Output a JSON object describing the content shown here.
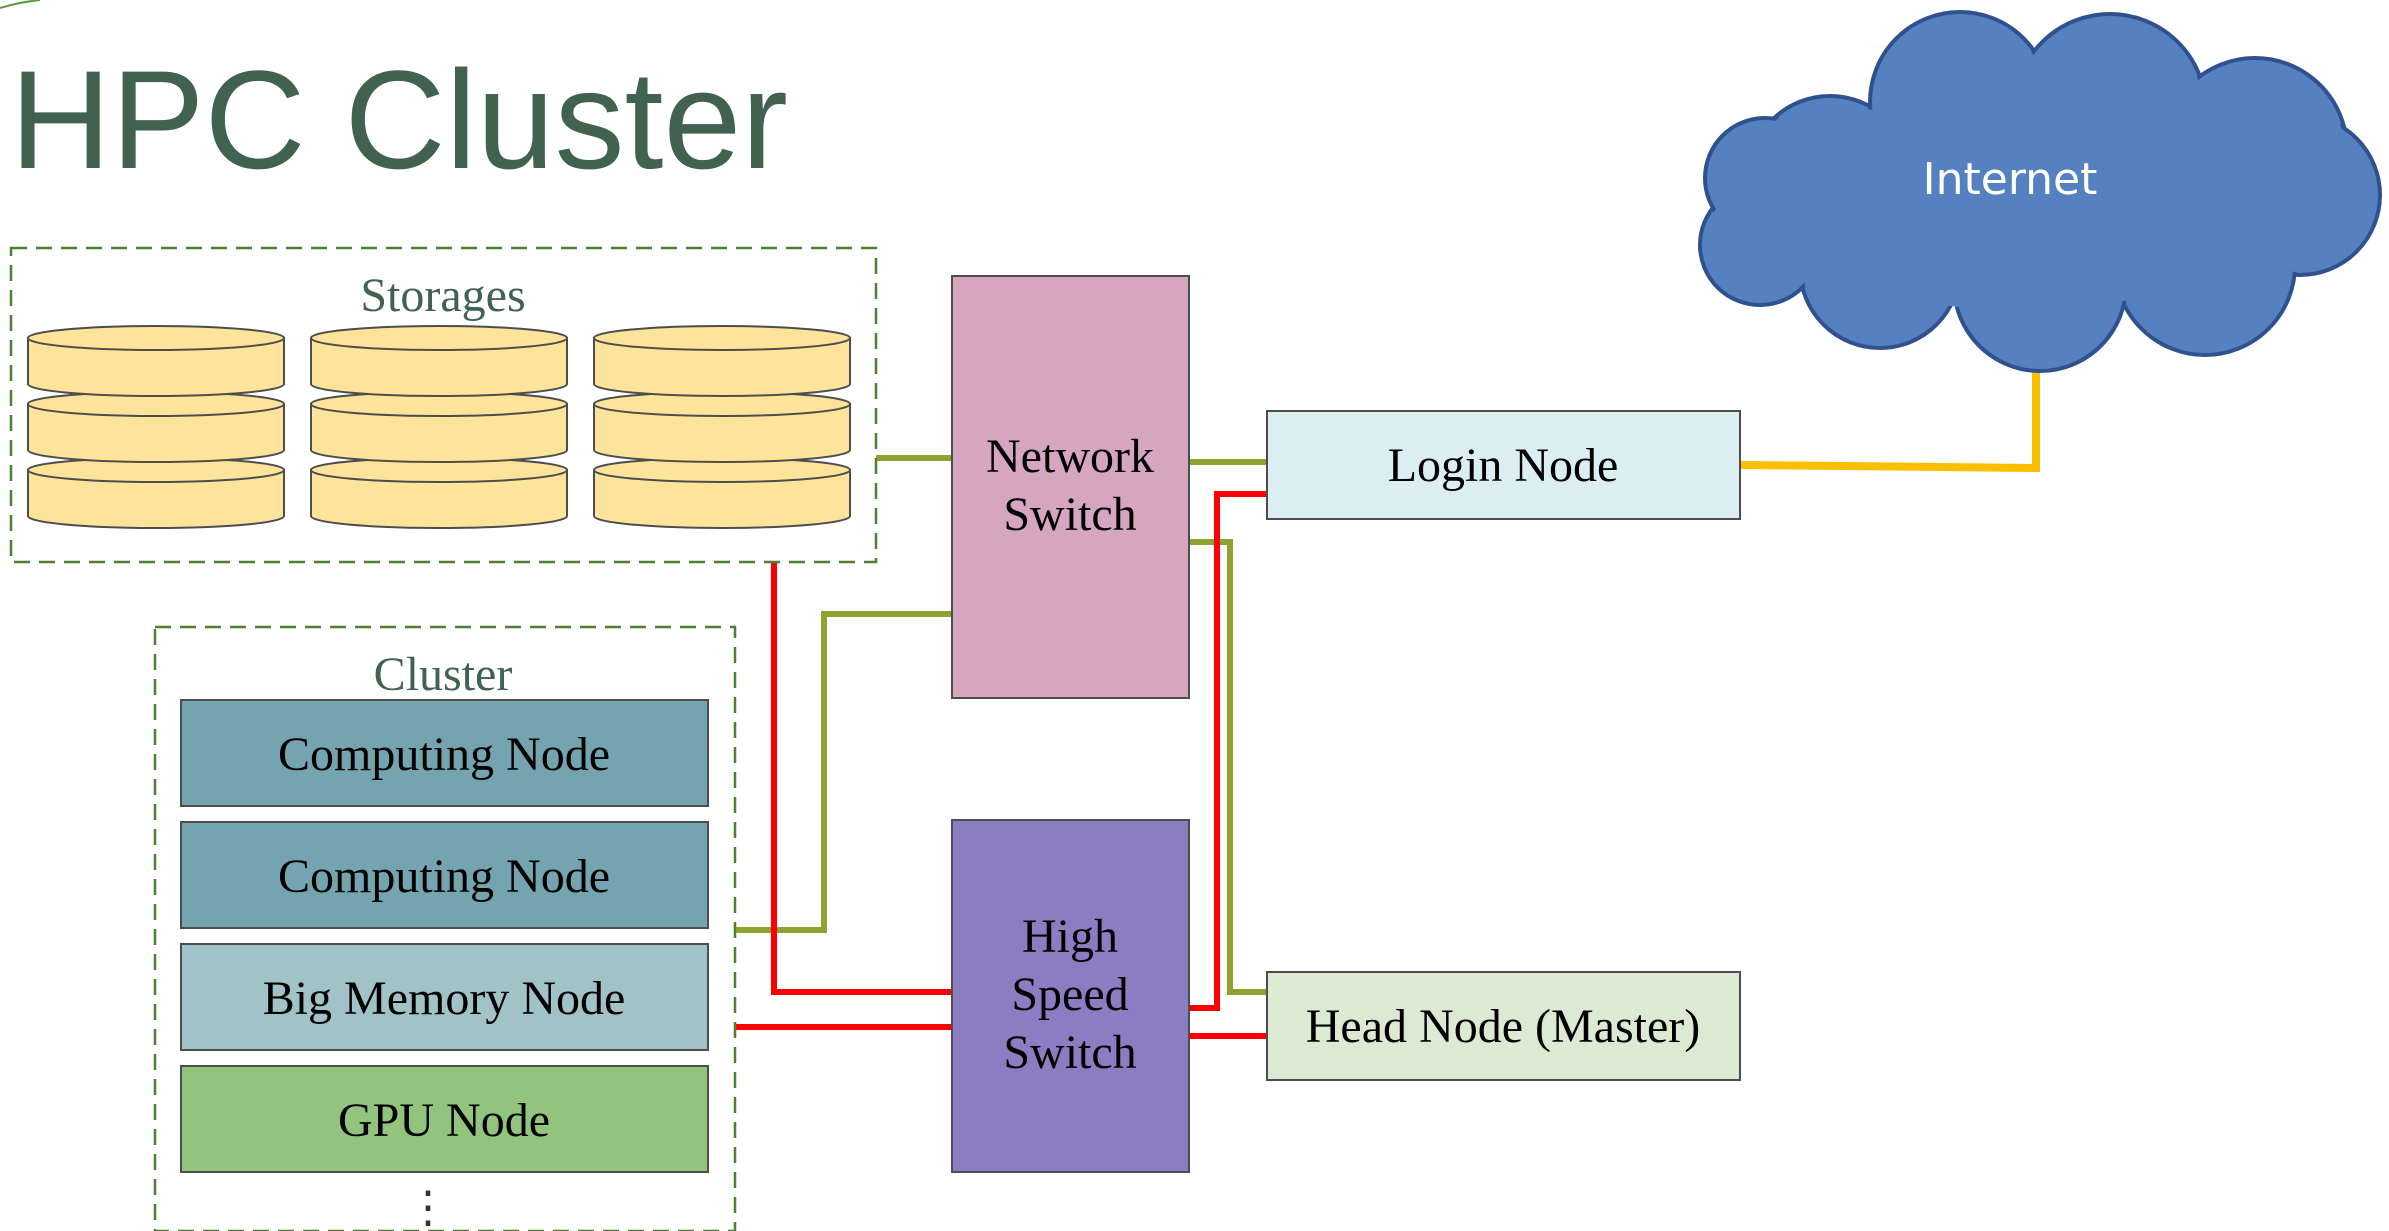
{
  "title": "HPC Cluster",
  "internet": {
    "label": "Internet"
  },
  "storages": {
    "label": "Storages"
  },
  "network_switch": {
    "line1": "Network",
    "line2": "Switch"
  },
  "high_speed_switch": {
    "line1": "High",
    "line2": "Speed",
    "line3": "Switch"
  },
  "login_node": {
    "label": "Login Node"
  },
  "head_node": {
    "label": "Head Node (Master)"
  },
  "cluster": {
    "label": "Cluster",
    "nodes": [
      {
        "label": "Computing Node"
      },
      {
        "label": "Computing Node"
      },
      {
        "label": "Big Memory Node"
      },
      {
        "label": "GPU Node"
      }
    ],
    "more": "⋮"
  },
  "colors": {
    "title": "#41624f",
    "storage_disk_fill": "#fde49a",
    "network_switch": "#d6a5bf",
    "high_speed_switch": "#8c7dc2",
    "login_node": "#dbeff3",
    "head_node": "#dcead3",
    "computing_node": "#74a4b0",
    "big_memory_node": "#a1c3c8",
    "gpu_node": "#92c47d",
    "cloud": "#5681c1",
    "ethernet_link": "#8ea331",
    "infiniband_link": "#ff0000",
    "internet_link": "#fcbf00",
    "dashed_border": "#4f7f33"
  }
}
